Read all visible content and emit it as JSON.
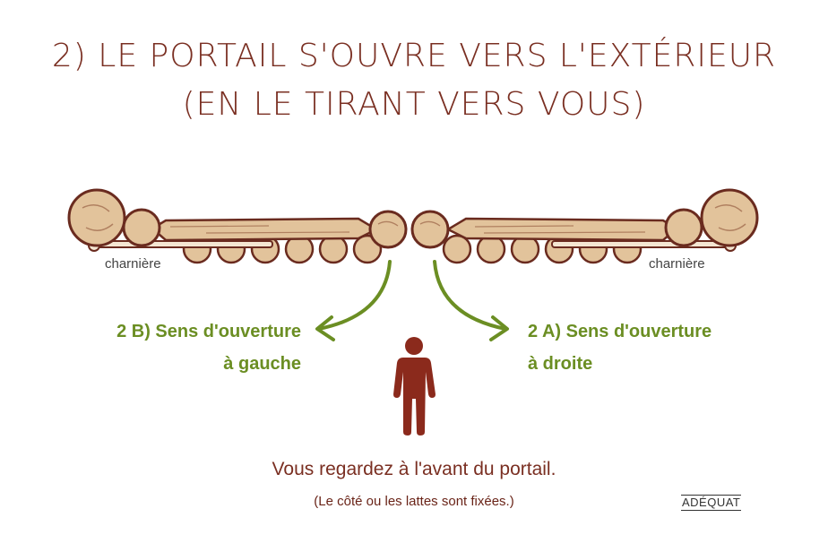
{
  "title": {
    "line1": "2) LE PORTAIL S'OUVRE VERS L'EXTÉRIEUR",
    "line2": "(EN LE TIRANT VERS VOUS)"
  },
  "hinge_left": "charnière",
  "hinge_right": "charnière",
  "direction_left": {
    "line1": "2 B) Sens d'ouverture",
    "line2": "à gauche"
  },
  "direction_right": {
    "line1": "2 A) Sens d'ouverture",
    "line2": "à droite"
  },
  "caption": "Vous regardez à l'avant du portail.",
  "subcaption": "(Le côté ou les lattes sont fixées.)",
  "logo": "ADÉQUAT",
  "colors": {
    "title": "#7a2f22",
    "arrow": "#6b8e23",
    "wood": "#e2c39b",
    "wood_outline": "#6a2b1f",
    "person": "#8b2a1c"
  }
}
